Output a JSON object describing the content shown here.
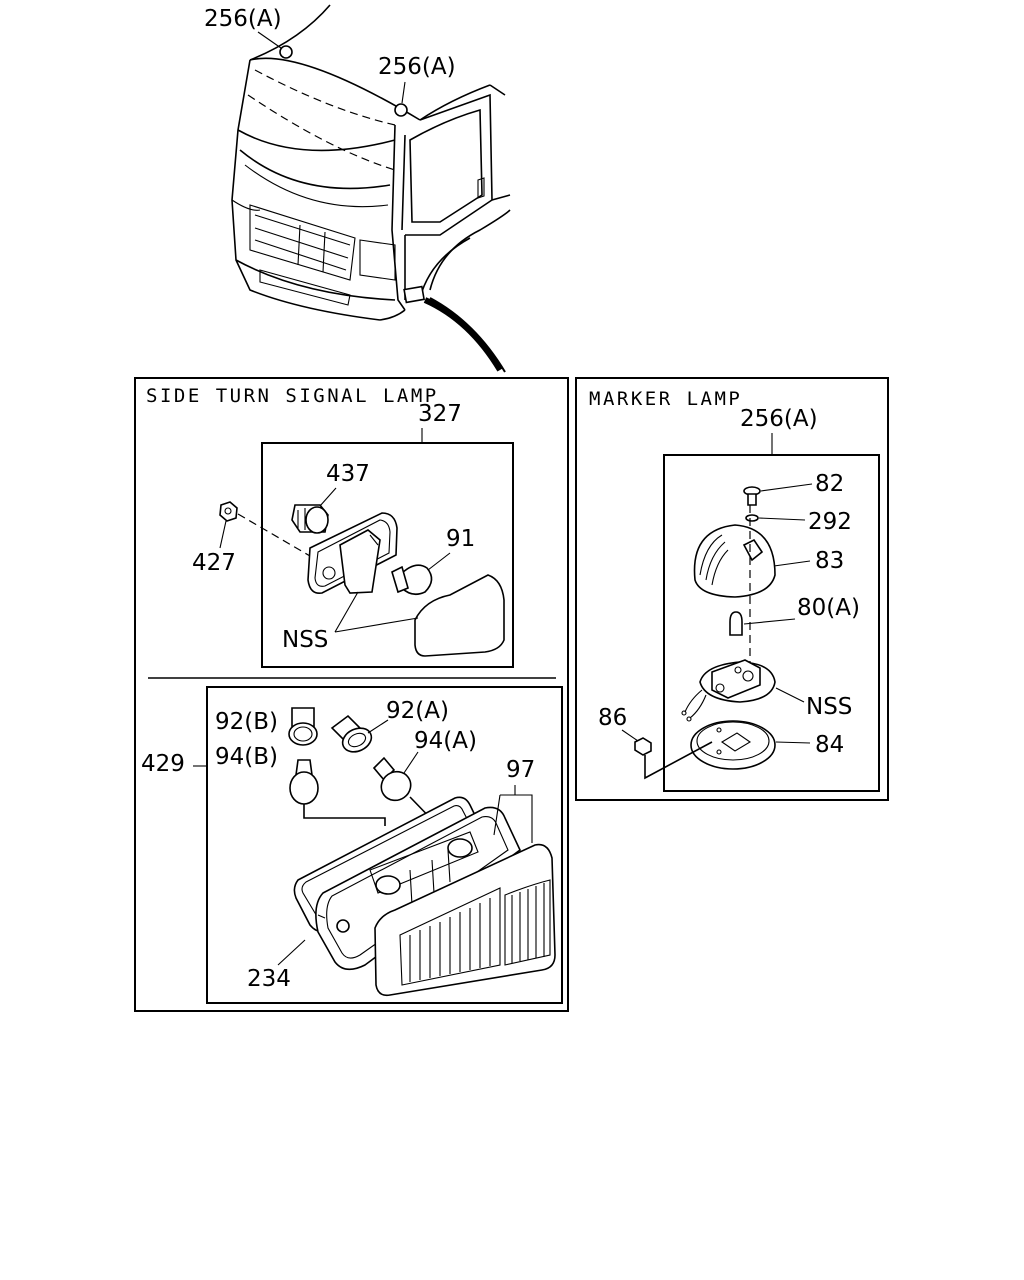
{
  "sections": {
    "side_turn_signal_lamp": {
      "title": "SIDE TURN SIGNAL LAMP"
    },
    "marker_lamp": {
      "title": "MARKER LAMP"
    }
  },
  "callouts": {
    "cab_marker_left": "256(A)",
    "cab_marker_right": "256(A)",
    "side_lamp_assembly": "327",
    "side_bulb_socket": "437",
    "side_nut": "427",
    "side_bulb": "91",
    "side_nss": "NSS",
    "combo_lamp_assembly": "429",
    "socket_b": "92(B)",
    "socket_a": "92(A)",
    "bulb_b": "94(B)",
    "bulb_a": "94(A)",
    "lens": "97",
    "gasket": "234",
    "marker_lamp_assembly": "256(A)",
    "marker_screw": "82",
    "marker_washer": "292",
    "marker_lens": "83",
    "marker_bulb": "80(A)",
    "marker_nss": "NSS",
    "marker_nut": "86",
    "marker_base": "84"
  }
}
